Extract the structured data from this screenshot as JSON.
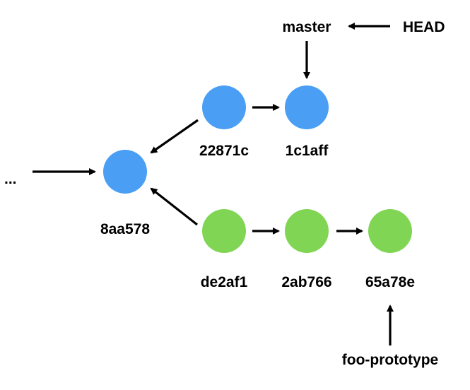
{
  "colors": {
    "master_branch": "#4a9ff5",
    "feature_branch": "#80d654",
    "arrow": "#000000",
    "text": "#000000"
  },
  "history_marker": "...",
  "commits": {
    "c_8aa578": {
      "hash": "8aa578"
    },
    "c_22871c": {
      "hash": "22871c"
    },
    "c_1c1aff": {
      "hash": "1c1aff"
    },
    "c_de2af1": {
      "hash": "de2af1"
    },
    "c_2ab766": {
      "hash": "2ab766"
    },
    "c_65a78e": {
      "hash": "65a78e"
    }
  },
  "refs": {
    "master": "master",
    "head": "HEAD",
    "feature": "foo-prototype"
  }
}
